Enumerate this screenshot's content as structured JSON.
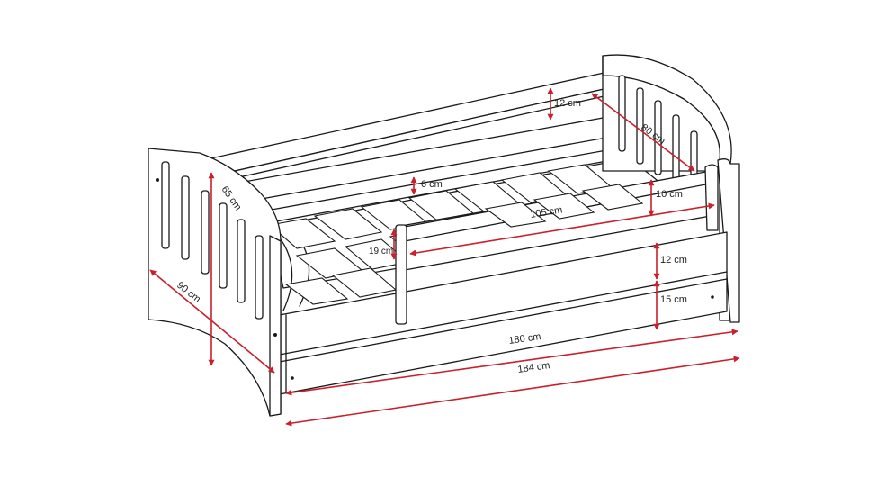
{
  "colors": {
    "outline": "#1a1a1a",
    "dimension": "#c8202c",
    "background": "#ffffff"
  },
  "dimensions": {
    "top_rail": "12 cm",
    "headboard_width": "80 cm",
    "rail_gap": "6 cm",
    "guard_height": "10 cm",
    "guard_length": "105 cm",
    "guard_drop": "19 cm",
    "front_panel": "12 cm",
    "drawer_height": "15 cm",
    "total_height": "65 cm",
    "total_width": "90 cm",
    "mattress_length": "180 cm",
    "total_length": "184 cm"
  }
}
